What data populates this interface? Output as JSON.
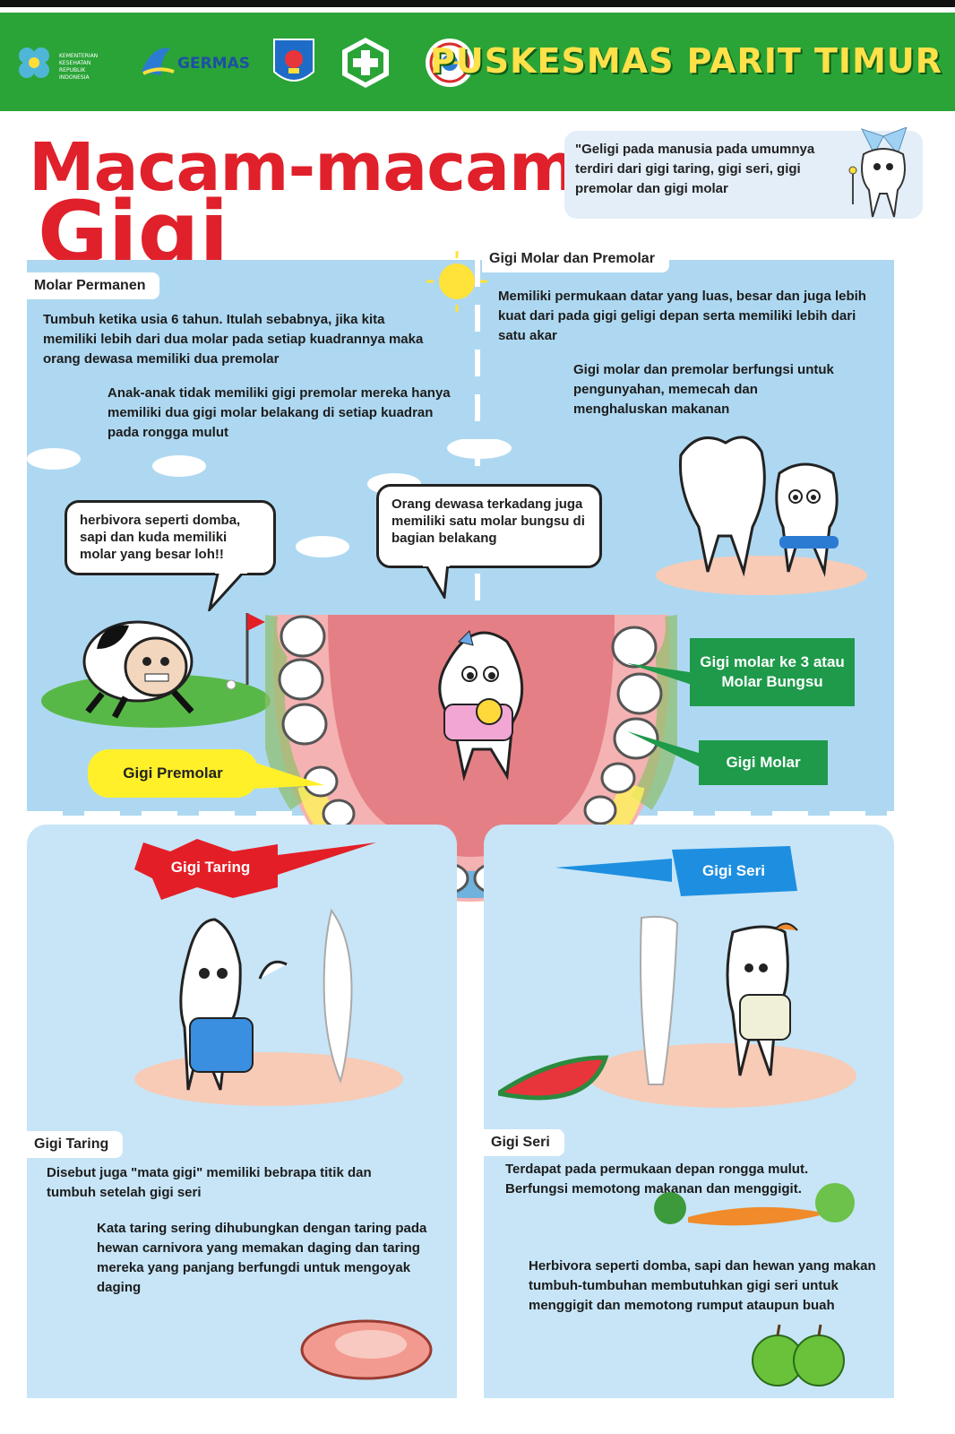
{
  "header": {
    "title": "PUSKESMAS PARIT TIMUR",
    "logo_kemenkes_text": "KEMENTERIAN KESEHATAN REPUBLIK INDONESIA",
    "logo_germas_text": "GERMAS"
  },
  "title": {
    "line1": "Macam-macam",
    "line2": "Gigi"
  },
  "quote": "\"Geligi pada manusia pada umumnya terdiri dari gigi taring, gigi seri, gigi premolar dan gigi molar",
  "molar_permanen": {
    "heading": "Molar Permanen",
    "para1": "Tumbuh ketika usia 6 tahun. Itulah sebabnya, jika kita memiliki lebih dari dua molar pada setiap kuadrannya maka orang dewasa memiliki dua premolar",
    "para2": "Anak-anak tidak memiliki gigi premolar mereka hanya memiliki dua gigi molar belakang di setiap kuadran pada rongga mulut"
  },
  "molar_premolar": {
    "heading": "Gigi Molar dan Premolar",
    "para1": "Memiliki permukaan datar yang luas, besar dan juga lebih kuat dari pada gigi geligi depan serta memiliki lebih dari satu akar",
    "para2": "Gigi molar dan premolar berfungsi untuk pengunyahan, memecah dan menghaluskan makanan"
  },
  "bubbles": {
    "sheep": "herbivora seperti domba, sapi dan kuda memiliki molar yang besar loh!!",
    "adult": "Orang dewasa terkadang juga memiliki satu molar bungsu di bagian belakang"
  },
  "labels": {
    "molar3": "Gigi molar ke 3 atau Molar Bungsu",
    "molar": "Gigi Molar",
    "premolar": "Gigi Premolar",
    "taring": "Gigi Taring",
    "seri": "Gigi Seri"
  },
  "gigi_taring": {
    "heading": "Gigi Taring",
    "para1": "Disebut juga \"mata gigi\" memiliki bebrapa titik dan tumbuh setelah gigi seri",
    "para2": "Kata taring sering dihubungkan dengan taring pada hewan carnivora yang memakan daging dan taring mereka yang panjang berfungdi untuk mengoyak daging"
  },
  "gigi_seri": {
    "heading": "Gigi Seri",
    "para1": "Terdapat pada permukaan depan rongga mulut. Berfungsi memotong makanan dan menggigit.",
    "para2": "Herbivora seperti domba, sapi dan hewan yang makan tumbuh-tumbuhan membutuhkan gigi seri untuk menggigit dan memotong rumput ataupun buah"
  },
  "colors": {
    "header_green": "#2aa437",
    "title_red": "#e0202a",
    "panel_blue": "#aed8f1",
    "label_green": "#1e9a4a",
    "label_yellow": "#fff02a",
    "label_red": "#e41e26",
    "label_blue": "#1e8fe0"
  }
}
